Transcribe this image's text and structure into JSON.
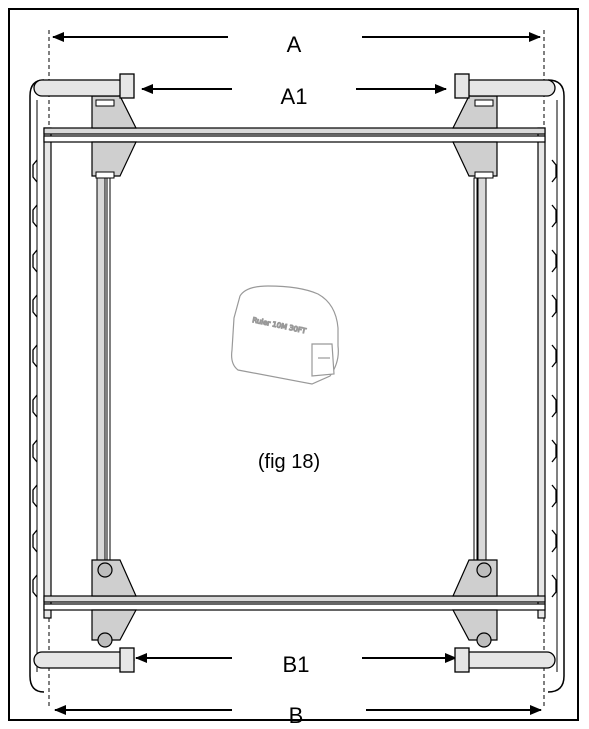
{
  "figure": {
    "caption": "(fig 18)",
    "dimension_labels": {
      "a": "A",
      "a1": "A1",
      "b1": "B1",
      "b": "B"
    },
    "tape_measure_text": "Ruler 10M 30FT"
  },
  "colors": {
    "line": "#000000",
    "rail_fill": "#d9d9d9",
    "bracket_fill": "#cfcfcf",
    "light_line": "#999999"
  }
}
